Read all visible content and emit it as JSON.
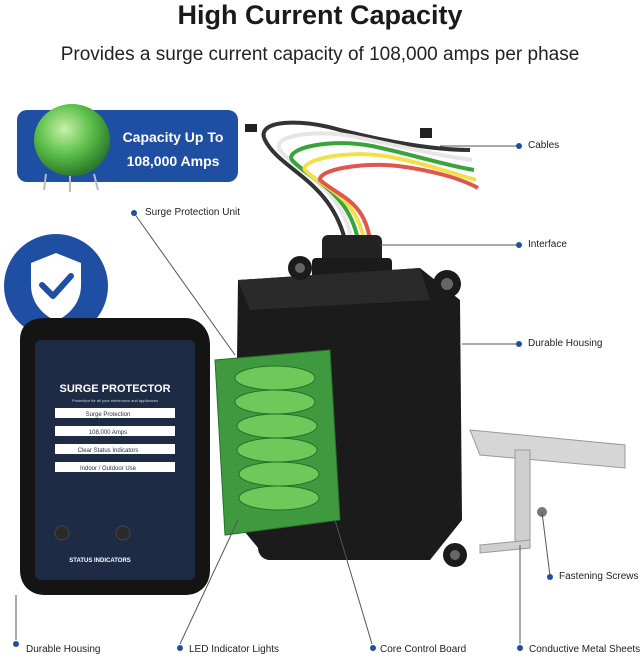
{
  "header": {
    "title": "High Current Capacity",
    "subtitle": "Provides a surge current capacity of 108,000 amps per phase"
  },
  "badge": {
    "line1": "Capacity Up To",
    "line2": "108,000 Amps"
  },
  "callouts": {
    "cables": "Cables",
    "surge_unit": "Surge Protection Unit",
    "interface": "Interface",
    "durable_housing_right": "Durable Housing",
    "fastening_screws": "Fastening Screws",
    "durable_housing_bottom": "Durable Housing",
    "led_lights": "LED Indicator Lights",
    "core_board": "Core Control Board",
    "metal_sheets": "Conductive Metal Sheets"
  },
  "device": {
    "brand": "SURGE PROTECTOR",
    "tagline": "Protection for all your electronics and appliances",
    "features": [
      "Surge Protection",
      "108,000 Amps",
      "Clear Status Indicators",
      "Indoor / Outdoor Use"
    ],
    "bottom_label": "STATUS INDICATORS"
  },
  "colors": {
    "badge_blue": "#1f4fa3",
    "board_green": "#3f9a3f",
    "housing_black": "#1b1b1b"
  }
}
